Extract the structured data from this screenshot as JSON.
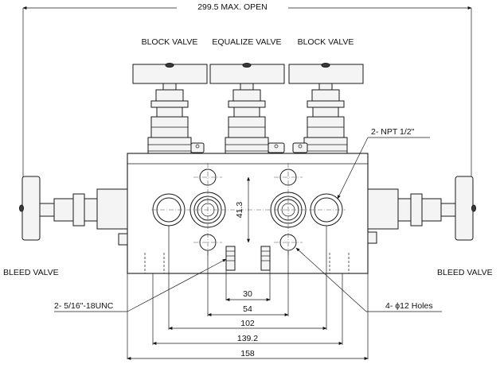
{
  "labels": {
    "overall": "299.5 MAX. OPEN",
    "block_valve_left": "BLOCK VALVE",
    "equalize_valve": "EQUALIZE VALVE",
    "block_valve_right": "BLOCK VALVE",
    "npt": "2- NPT 1/2\"",
    "bleed_left": "BLEED VALVE",
    "bleed_right": "BLEED VALVE",
    "thread": "2- 5/16\"-18UNC",
    "holes": "4- ϕ12 Holes"
  },
  "dimensions": {
    "d30": "30",
    "d54": "54",
    "d102": "102",
    "d139": "139.2",
    "d158": "158",
    "d41": "41.3"
  }
}
